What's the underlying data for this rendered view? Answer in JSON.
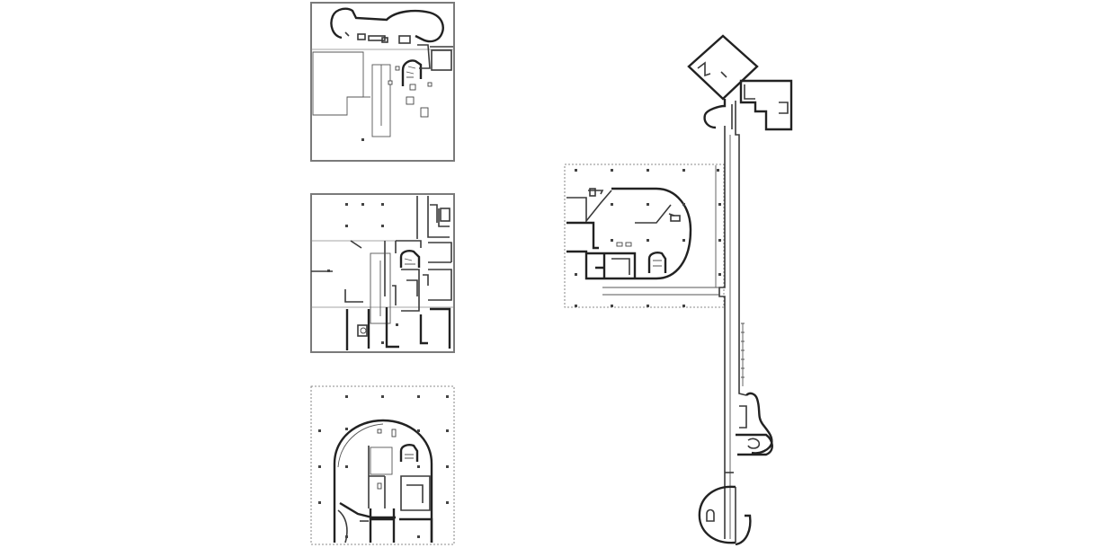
{
  "drawing": {
    "type": "architectural-floor-plans",
    "line_color": "#3a3a3a",
    "background": "#ffffff"
  },
  "plans": [
    {
      "id": "roof-level"
    },
    {
      "id": "first-floor"
    },
    {
      "id": "ground-floor"
    },
    {
      "id": "site-plan"
    }
  ]
}
